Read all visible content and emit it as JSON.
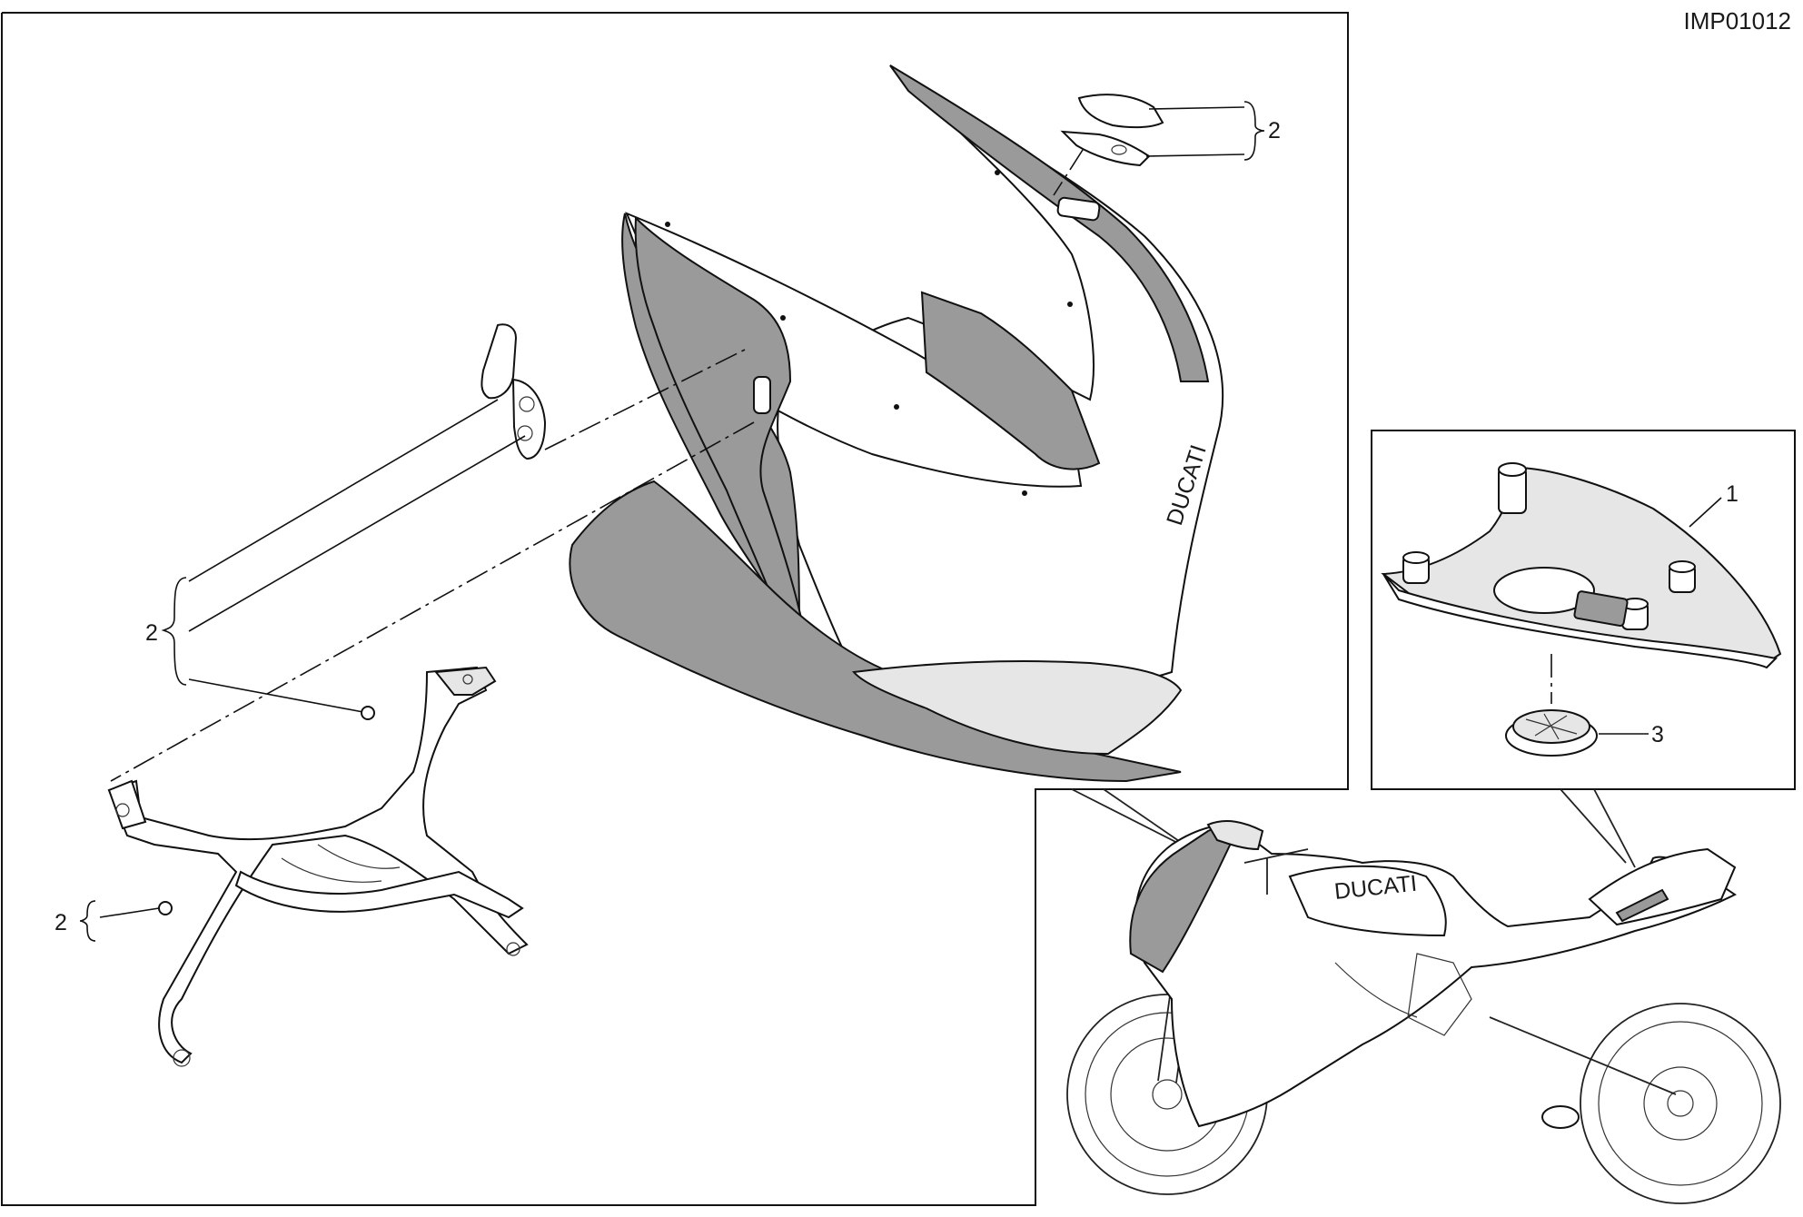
{
  "drawing": {
    "code": "IMP01012",
    "callouts": {
      "top_right_bracket": "2",
      "left_bracket": "2",
      "lower_left_bracket": "2",
      "inset_part_1": "1",
      "inset_part_3": "3"
    },
    "fairing_logo": "DUCATI",
    "tank_logo": "DUCATI"
  },
  "colors": {
    "line": "#111111",
    "fill_grey": "#9a9a9a",
    "fill_light": "#e6e6e6",
    "background": "#ffffff"
  }
}
